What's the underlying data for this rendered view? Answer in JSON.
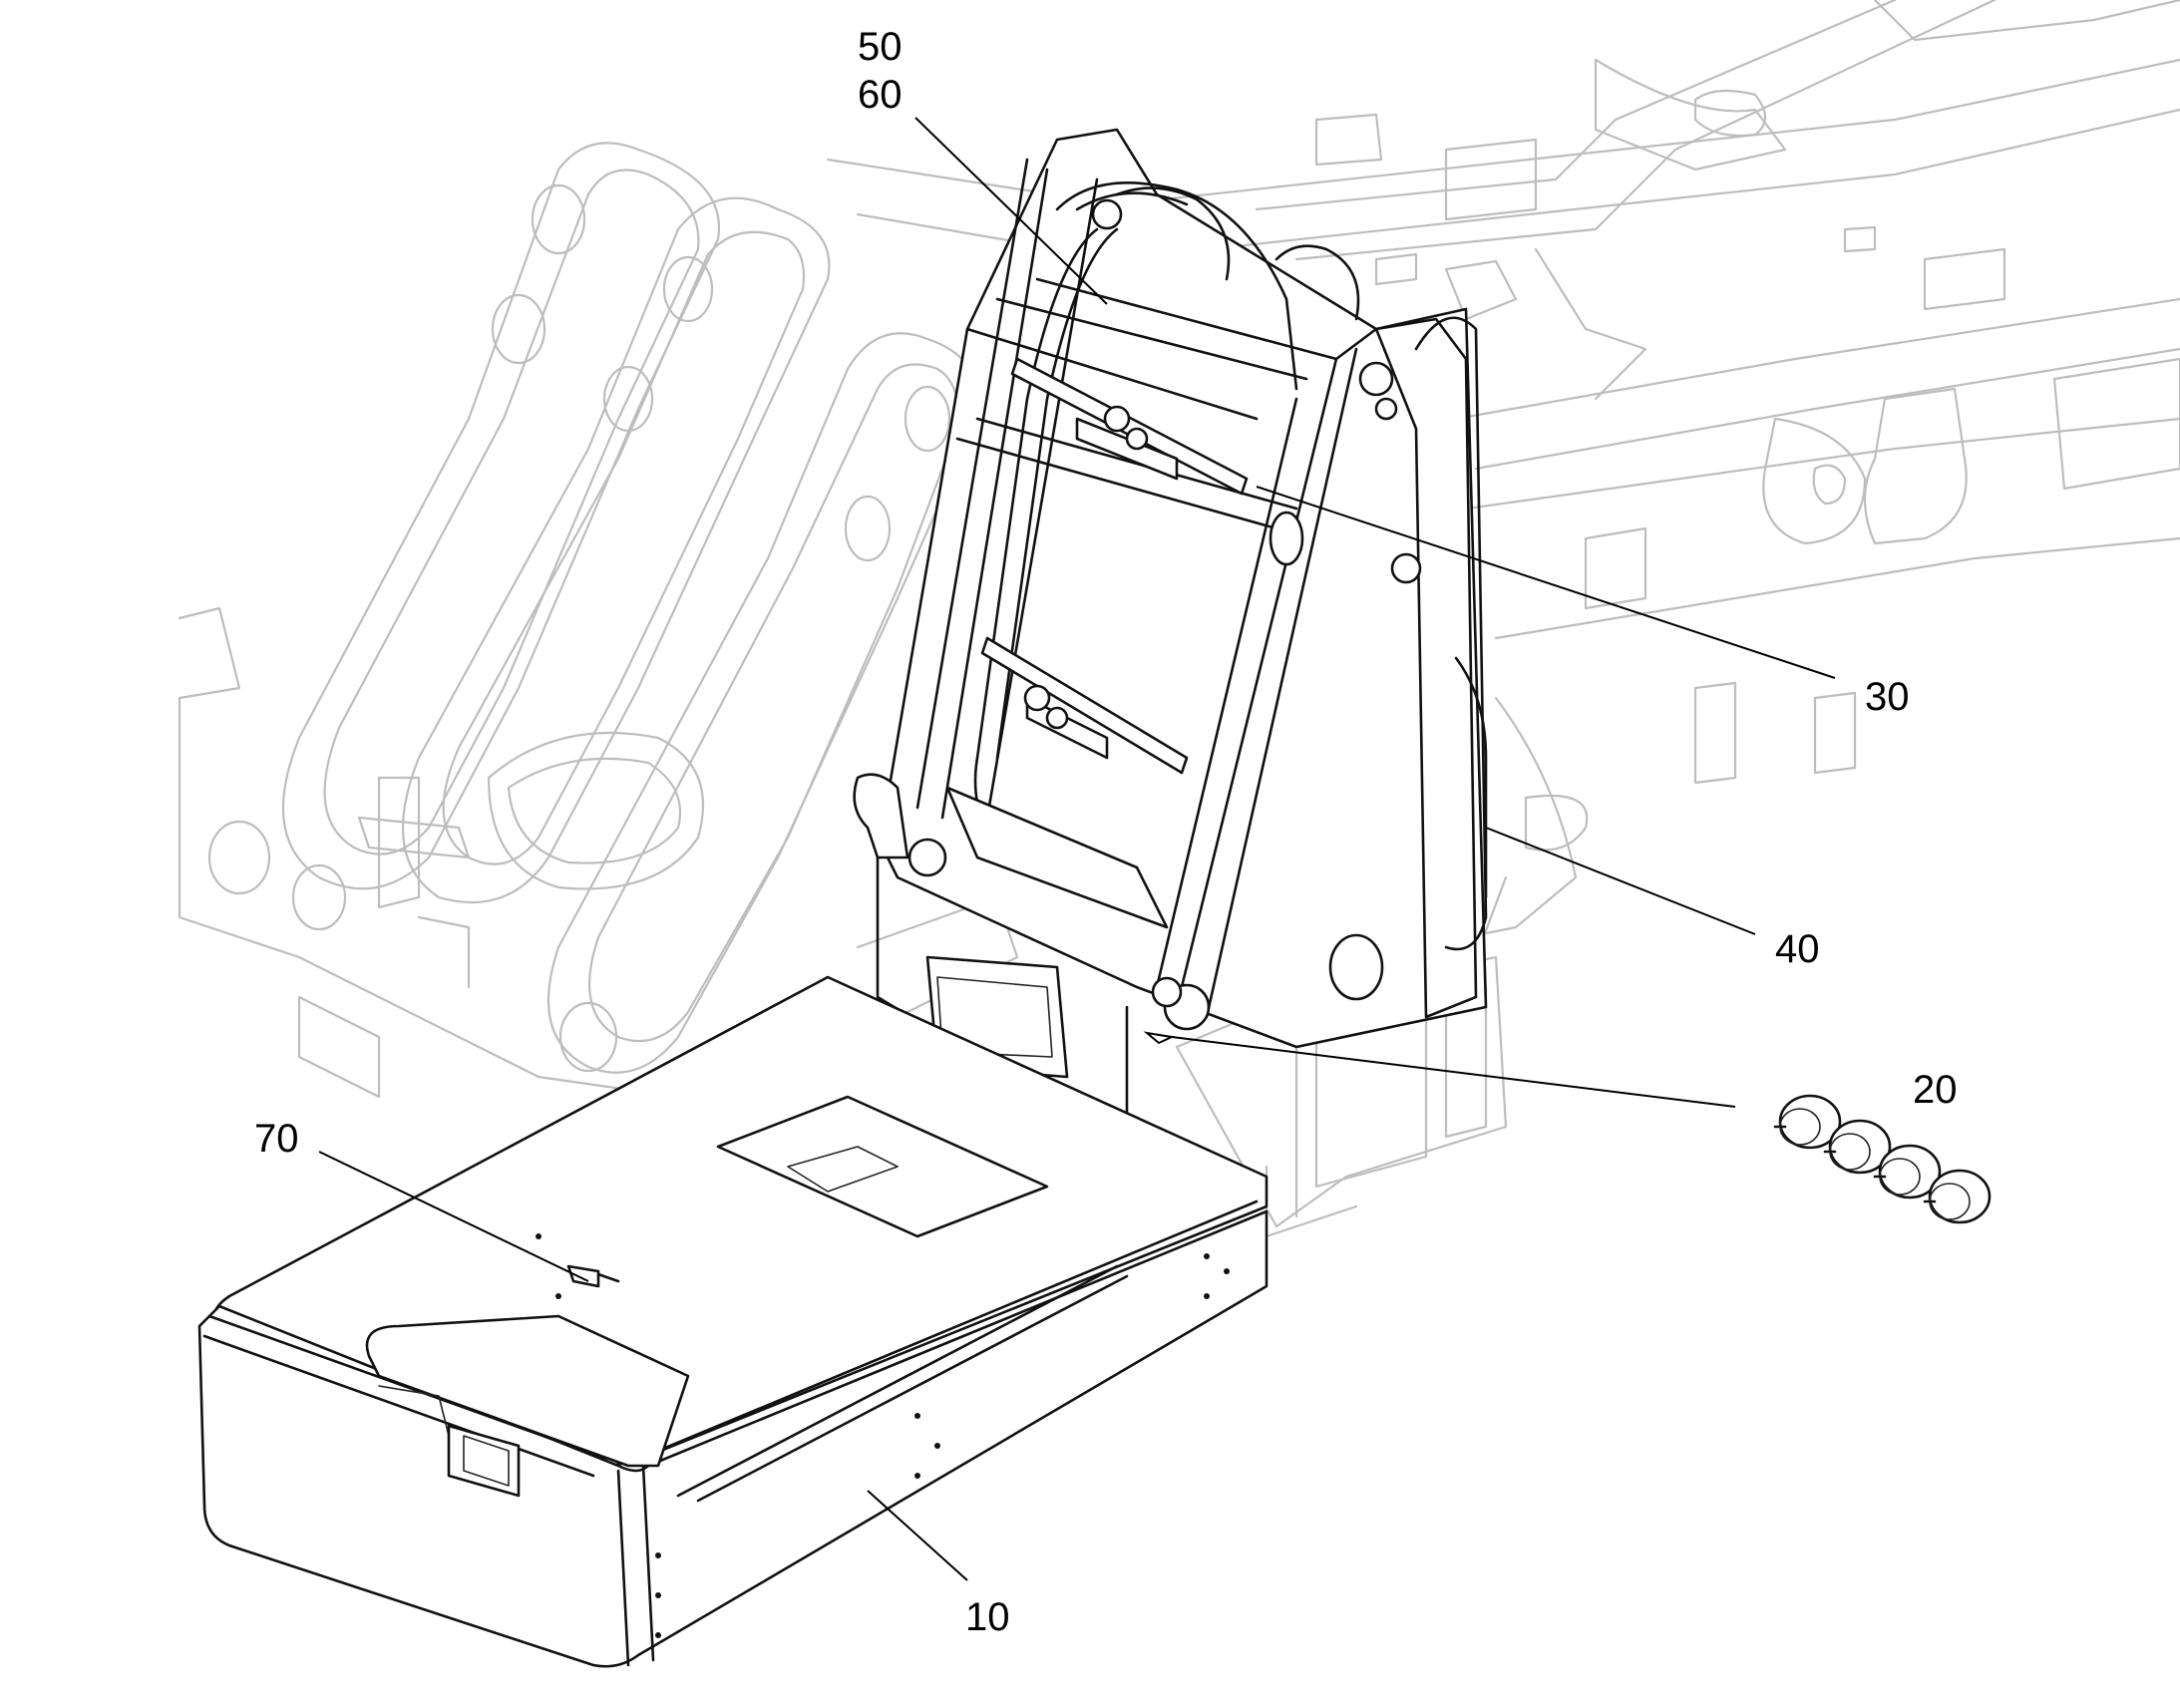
{
  "diagram": {
    "callouts": [
      {
        "id": "label-50",
        "text": "50"
      },
      {
        "id": "label-60",
        "text": "60"
      },
      {
        "id": "label-30",
        "text": "30"
      },
      {
        "id": "label-40",
        "text": "40"
      },
      {
        "id": "label-20",
        "text": "20"
      },
      {
        "id": "label-70",
        "text": "70"
      },
      {
        "id": "label-10",
        "text": "10"
      }
    ]
  },
  "colors": {
    "line": "#111111",
    "ghost": "#bdbdbd",
    "background": "#ffffff"
  }
}
